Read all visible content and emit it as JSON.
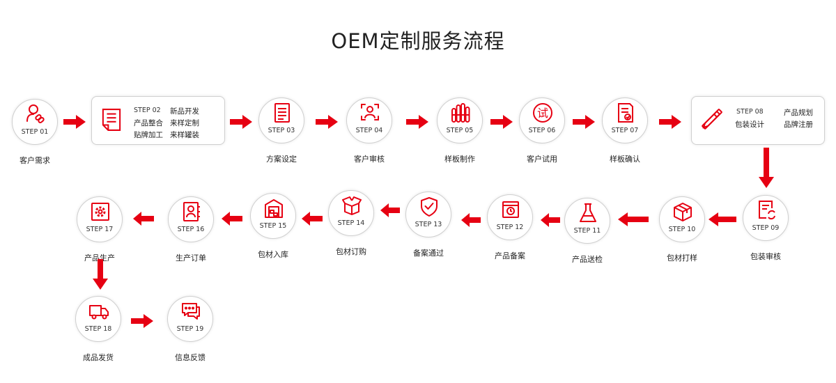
{
  "title": "OEM定制服务流程",
  "colors": {
    "accent": "#e60012",
    "border": "#cfcfcf",
    "text": "#222222"
  },
  "steps": [
    {
      "step": "STEP 01",
      "label": "客户需求",
      "icon": "user-link-icon"
    },
    {
      "step": "STEP 02",
      "items": [
        "新品开发",
        "产品整合",
        "来样定制",
        "贴牌加工",
        "来样罐装"
      ],
      "icon": "document-icon"
    },
    {
      "step": "STEP 03",
      "label": "方案设定",
      "icon": "list-icon"
    },
    {
      "step": "STEP 04",
      "label": "客户审核",
      "icon": "face-scan-icon"
    },
    {
      "step": "STEP 05",
      "label": "样板制作",
      "icon": "test-tubes-icon"
    },
    {
      "step": "STEP 06",
      "label": "客户试用",
      "icon": "trial-icon",
      "glyph": "试"
    },
    {
      "step": "STEP 07",
      "label": "样板确认",
      "icon": "doc-check-icon"
    },
    {
      "step": "STEP 08",
      "items": [
        "产品规划",
        "包装设计",
        "品牌注册"
      ],
      "icon": "pencil-ruler-icon"
    },
    {
      "step": "STEP 09",
      "label": "包装审核",
      "icon": "doc-refresh-icon"
    },
    {
      "step": "STEP 10",
      "label": "包材打样",
      "icon": "box-icon"
    },
    {
      "step": "STEP 11",
      "label": "产品送检",
      "icon": "flask-icon"
    },
    {
      "step": "STEP 12",
      "label": "产品备案",
      "icon": "folder-clock-icon"
    },
    {
      "step": "STEP 13",
      "label": "备案通过",
      "icon": "shield-check-icon"
    },
    {
      "step": "STEP 14",
      "label": "包材订购",
      "icon": "open-box-icon"
    },
    {
      "step": "STEP 15",
      "label": "包材入库",
      "icon": "warehouse-icon"
    },
    {
      "step": "STEP 16",
      "label": "生产订单",
      "icon": "contact-book-icon"
    },
    {
      "step": "STEP 17",
      "label": "产品生产",
      "icon": "gear-icon"
    },
    {
      "step": "STEP 18",
      "label": "成品发货",
      "icon": "truck-icon"
    },
    {
      "step": "STEP 19",
      "label": "信息反馈",
      "icon": "chat-icon"
    }
  ]
}
